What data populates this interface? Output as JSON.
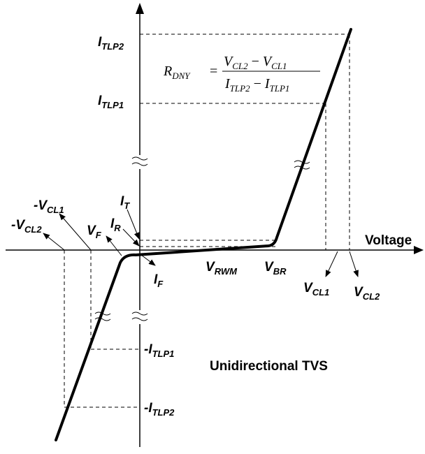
{
  "title": "Unidirectional TVS",
  "x_axis_label": "Voltage",
  "formula": {
    "lhs_main": "R",
    "lhs_sub": "DNY",
    "equals": "=",
    "num_a_main": "V",
    "num_a_sub": "CL2",
    "num_minus": "−",
    "num_b_main": "V",
    "num_b_sub": "CL1",
    "den_a_main": "I",
    "den_a_sub": "TLP2",
    "den_minus": "−",
    "den_b_main": "I",
    "den_b_sub": "TLP1"
  },
  "labels": {
    "i_tlp2": {
      "main": "I",
      "sub": "TLP2"
    },
    "i_tlp1": {
      "main": "I",
      "sub": "TLP1"
    },
    "neg_i_tlp1": {
      "main": "-I",
      "sub": "TLP1"
    },
    "neg_i_tlp2": {
      "main": "-I",
      "sub": "TLP2"
    },
    "i_t": {
      "main": "I",
      "sub": "T"
    },
    "i_r": {
      "main": "I",
      "sub": "R"
    },
    "i_f": {
      "main": "I",
      "sub": "F"
    },
    "v_f": {
      "main": "V",
      "sub": "F"
    },
    "neg_v_cl1": {
      "main": "-V",
      "sub": "CL1"
    },
    "neg_v_cl2": {
      "main": "-V",
      "sub": "CL2"
    },
    "v_rwm": {
      "main": "V",
      "sub": "RWM"
    },
    "v_br": {
      "main": "V",
      "sub": "BR"
    },
    "v_cl1": {
      "main": "V",
      "sub": "CL1"
    },
    "v_cl2": {
      "main": "V",
      "sub": "CL2"
    }
  },
  "break_symbol": "≈"
}
